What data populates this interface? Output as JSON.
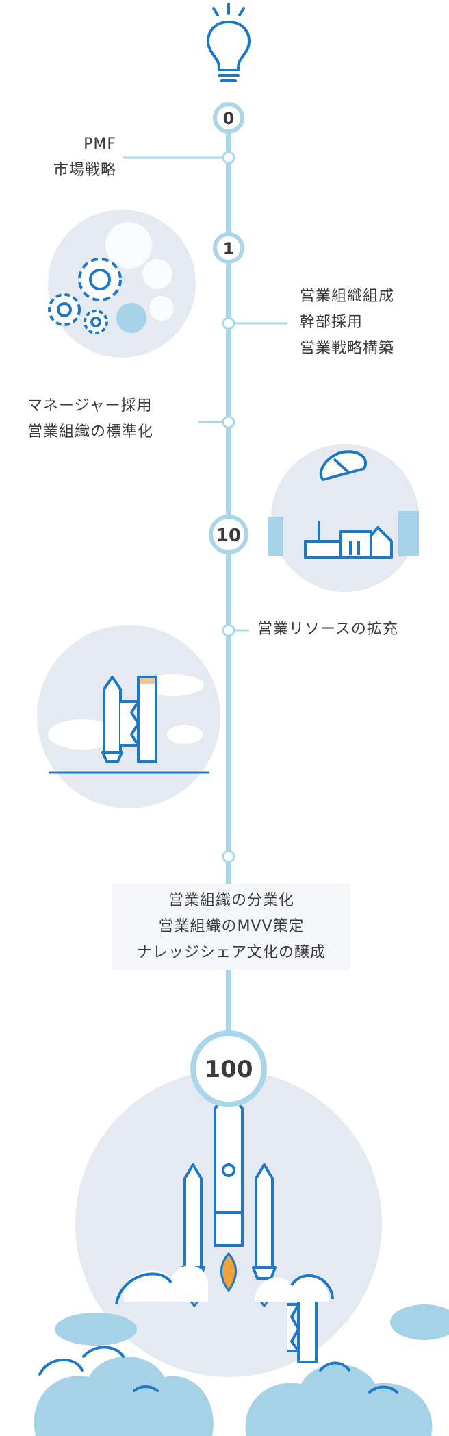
{
  "milestones": {
    "m0": "0",
    "m1": "1",
    "m10": "10",
    "m100": "100"
  },
  "steps": [
    {
      "lines": [
        "PMF",
        "市場戦略"
      ]
    },
    {
      "lines": [
        "営業組織組成",
        "幹部採用",
        "営業戦略構築"
      ]
    },
    {
      "lines": [
        "マネージャー採用",
        "営業組織の標準化"
      ]
    },
    {
      "lines": [
        "営業リソースの拡充"
      ]
    },
    {
      "lines": [
        "営業組織の分業化",
        "営業組織のMVV策定",
        "ナレッジシェア文化の醸成"
      ]
    }
  ],
  "colors": {
    "line": "#a9d6e8",
    "accent": "#1e78c8",
    "pale": "#e4e9f2",
    "sky": "#a5d2e6",
    "flame": "#f2a23a"
  },
  "icons": [
    "lightbulb-icon",
    "gears-icon",
    "satellite-dish-icon",
    "rocket-launchpad-icon",
    "rocket-launch-icon"
  ]
}
